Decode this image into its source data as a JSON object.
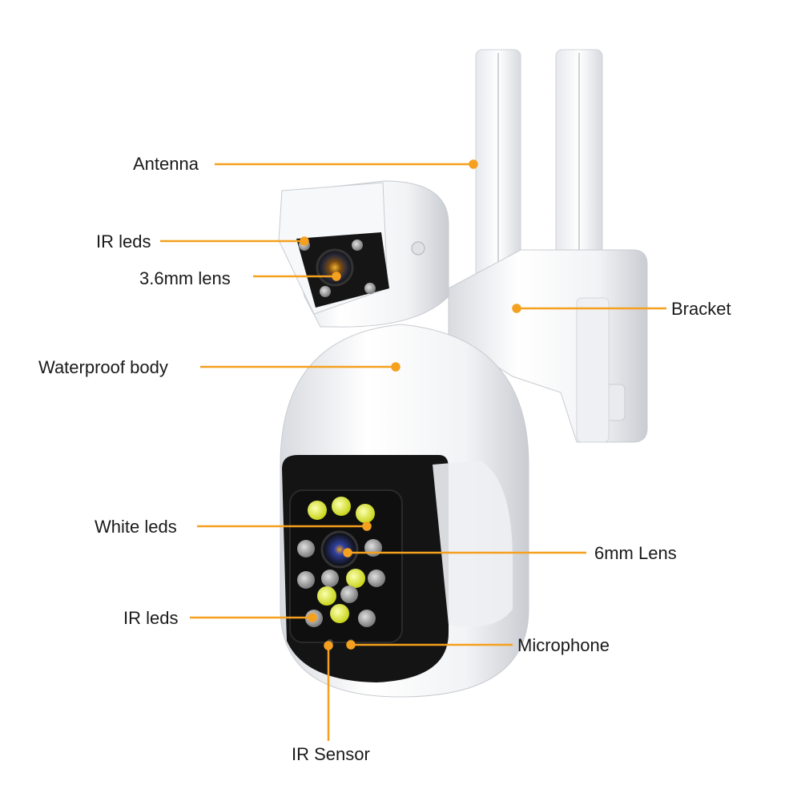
{
  "product": "Dual-lens PTZ WiFi security camera",
  "colors": {
    "leader_line": "#F5A01E",
    "housing": "#F3F4F6",
    "front_panel": "#141414",
    "white_led": "#E6F04A",
    "ir_led": "#9A9A9A"
  },
  "callouts": {
    "antenna": "Antenna",
    "ir_leds_top": "IR leds",
    "lens_3_6mm": "3.6mm lens",
    "bracket": "Bracket",
    "waterproof_body": "Waterproof body",
    "white_leds": "White leds",
    "lens_6mm": "6mm Lens",
    "ir_leds_bottom": "IR leds",
    "microphone": "Microphone",
    "ir_sensor": "IR Sensor"
  }
}
